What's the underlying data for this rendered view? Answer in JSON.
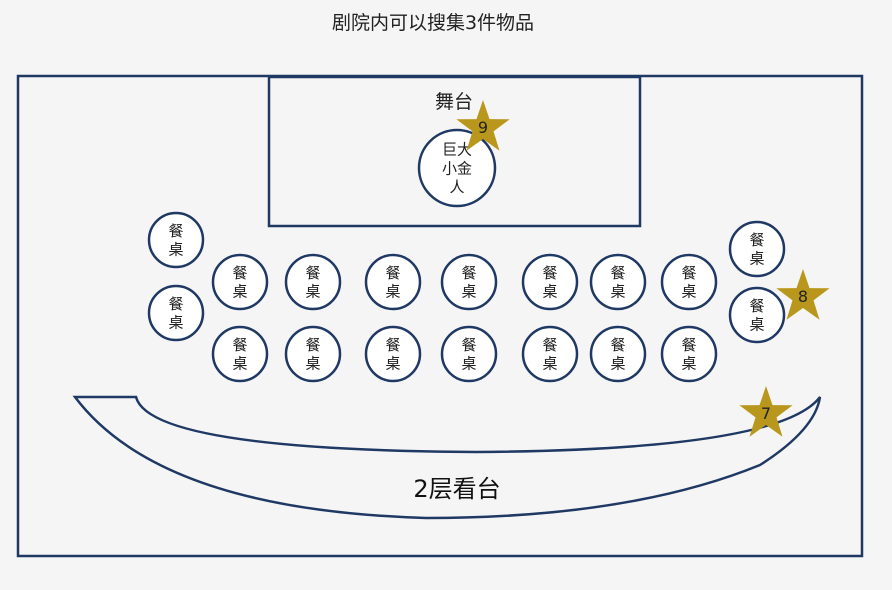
{
  "title": "剧院内可以搜集3件物品",
  "stage": {
    "label": "舞台",
    "statue": "巨大\n小金\n人"
  },
  "balcony": {
    "label": "2层看台"
  },
  "table_label": "餐\n桌",
  "stars": [
    {
      "number": "9"
    },
    {
      "number": "8"
    },
    {
      "number": "7"
    }
  ],
  "colors": {
    "outline": "#1f3864",
    "star": "#b8971c",
    "background": "#f5f5f5",
    "fill": "#ffffff"
  }
}
